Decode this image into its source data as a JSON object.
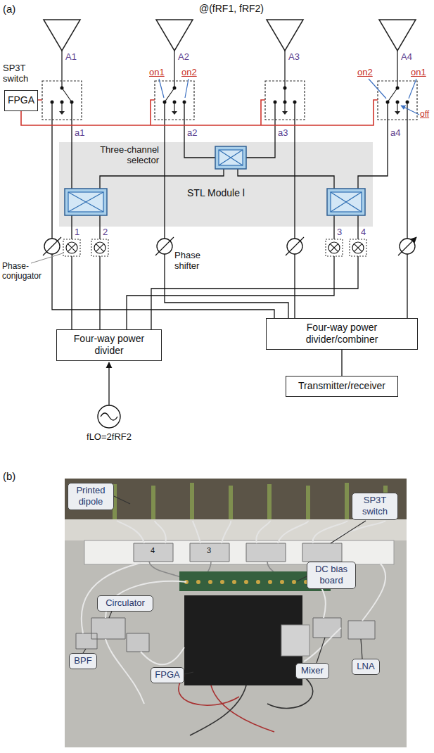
{
  "diagram": {
    "nodes": [
      {
        "text": [
          "FPGA"
        ]
      },
      {
        "text": [
          "STL Module l"
        ]
      },
      {
        "text": [
          "Four-way power divider"
        ]
      },
      {
        "text": [
          "Four-way power divider/combiner"
        ]
      },
      {
        "text": [
          "Transmitter/receiver"
        ]
      },
      {
        "text": [
          "Printed dipole"
        ]
      },
      {
        "text": [
          "SP3T switch"
        ]
      },
      {
        "text": [
          "DC bias board"
        ]
      },
      {
        "text": [
          "Circulator"
        ]
      },
      {
        "text": [
          "BPF"
        ]
      },
      {
        "text": [
          "FPGA"
        ]
      },
      {
        "text": [
          "Mixer"
        ]
      },
      {
        "text": [
          "LNA"
        ]
      }
    ],
    "edges": [
      {
        "from": 3,
        "to": 4,
        "arrow": "none"
      }
    ],
    "labels": [
      "(a)",
      "@(fRF1, fRF2)",
      "A1",
      "A2",
      "A3",
      "A4",
      "SP3T switch",
      "on1",
      "on2",
      "on2",
      "on1",
      "off",
      "a1",
      "a2",
      "a3",
      "a4",
      "Three-channel selector",
      "1",
      "2",
      "3",
      "4",
      "Phase-conjugator",
      "Phase shifter",
      "fLO=2fRF2",
      "(b)",
      "4",
      "3"
    ]
  }
}
